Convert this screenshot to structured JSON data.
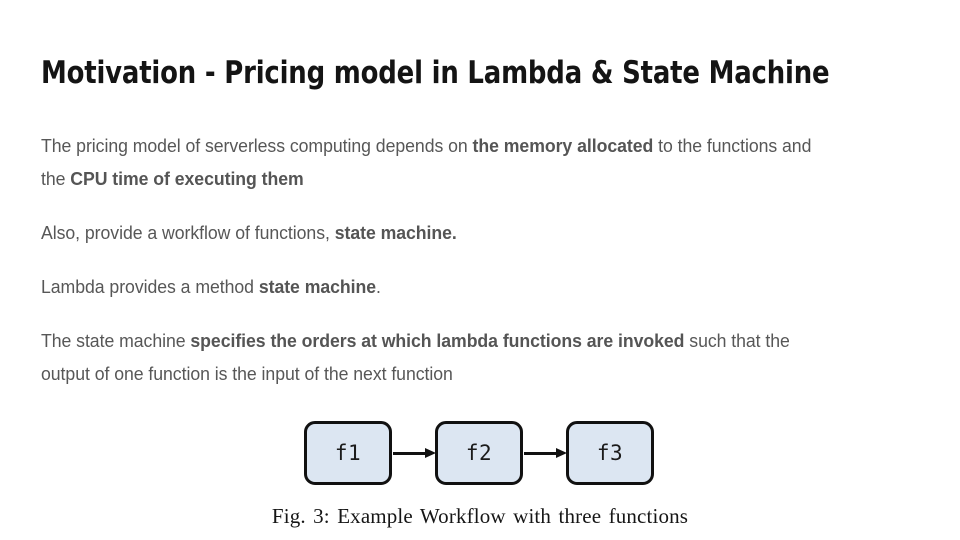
{
  "slide": {
    "title": "Motivation - Pricing model in Lambda & State Machine",
    "background_color": "#ffffff",
    "title_color": "#141414",
    "body_color": "#575757"
  },
  "paragraphs": [
    {
      "id": "pricing-model",
      "runs": [
        {
          "text": "The pricing model of serverless computing depends on ",
          "bold": false
        },
        {
          "text": "the memory allocated",
          "bold": true
        },
        {
          "text": " to the functions and the ",
          "bold": false
        },
        {
          "text": "CPU time of executing them",
          "bold": true
        }
      ]
    },
    {
      "id": "workflow-of-functions",
      "runs": [
        {
          "text": "Also, provide a workflow of functions, ",
          "bold": false
        },
        {
          "text": "state machine.",
          "bold": true
        }
      ]
    },
    {
      "id": "lambda-method",
      "runs": [
        {
          "text": "Lambda provides a method ",
          "bold": false
        },
        {
          "text": "state machine",
          "bold": true
        },
        {
          "text": ".",
          "bold": false
        }
      ]
    },
    {
      "id": "state-machine-orders",
      "runs": [
        {
          "text": "The state machine ",
          "bold": false
        },
        {
          "text": "specifies the orders at which lambda functions are invoked",
          "bold": true
        },
        {
          "text": " such that the output of one function is the input of the next function",
          "bold": false
        }
      ]
    }
  ],
  "figure": {
    "nodes": [
      {
        "label": "f1"
      },
      {
        "label": "f2"
      },
      {
        "label": "f3"
      }
    ],
    "arrows": [
      {
        "from": "f1",
        "to": "f2"
      },
      {
        "from": "f2",
        "to": "f3"
      }
    ],
    "node_fill_color": "#dce6f2",
    "node_border_color": "#111111",
    "caption": "Fig. 3: Example Workflow with three functions"
  }
}
